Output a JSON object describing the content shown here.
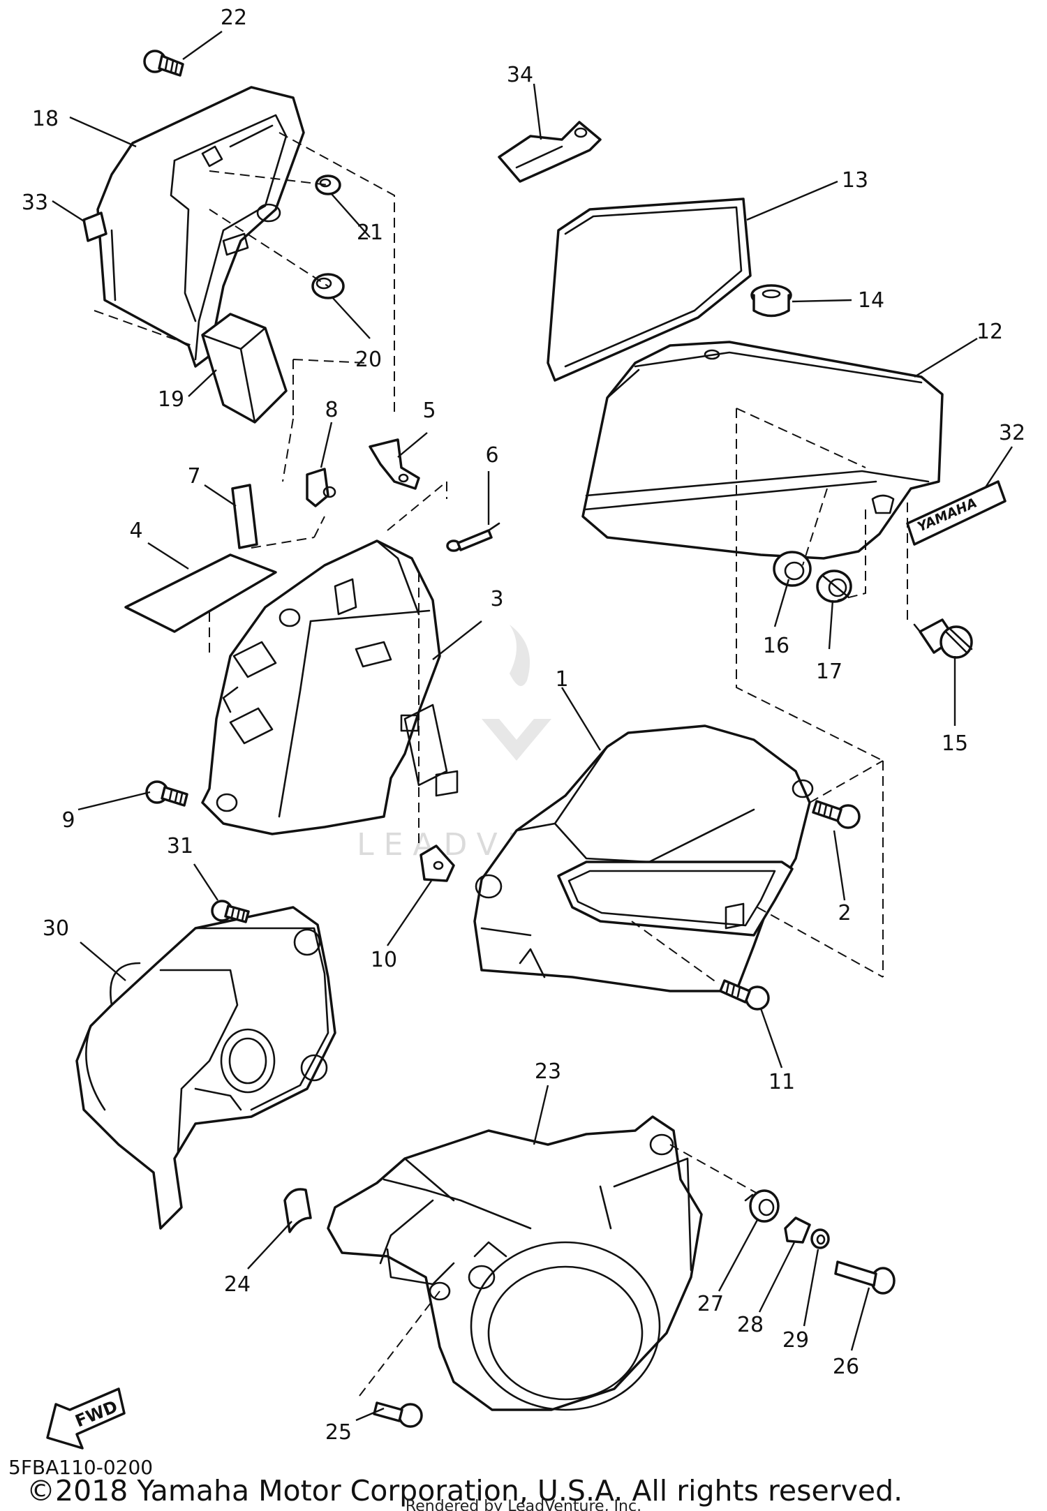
{
  "diagram": {
    "callouts": {
      "c1": "1",
      "c2": "2",
      "c3": "3",
      "c4": "4",
      "c5": "5",
      "c6": "6",
      "c7": "7",
      "c8": "8",
      "c9": "9",
      "c10": "10",
      "c11": "11",
      "c12": "12",
      "c13": "13",
      "c14": "14",
      "c15": "15",
      "c16": "16",
      "c17": "17",
      "c18": "18",
      "c19": "19",
      "c20": "20",
      "c21": "21",
      "c22": "22",
      "c23": "23",
      "c24": "24",
      "c25": "25",
      "c26": "26",
      "c27": "27",
      "c28": "28",
      "c29": "29",
      "c30": "30",
      "c31": "31",
      "c32": "32",
      "c33": "33",
      "c34": "34"
    },
    "emblem_text": "YAMAHA",
    "fwd_text": "FWD",
    "watermark_text": "LEADVENTURE",
    "diagram_code": "5FBA110-0200",
    "copyright": "©2018 Yamaha Motor Corporation, U.S.A. All rights reserved.",
    "rendered_by": "Rendered by LeadVenture, Inc."
  },
  "colors": {
    "ink": "#111111",
    "paper": "#ffffff",
    "watermark": "#d8d8d8"
  }
}
